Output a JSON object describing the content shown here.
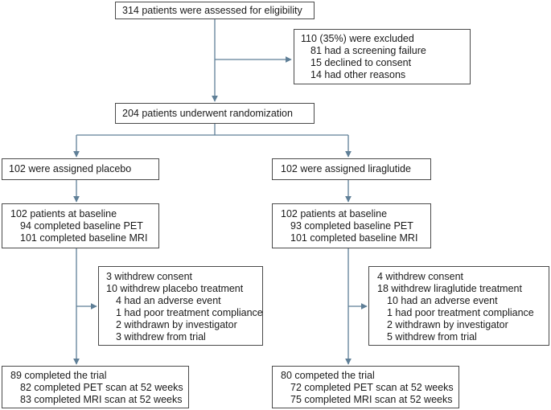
{
  "eligibility": {
    "title": "314 patients were assessed for eligibility"
  },
  "excluded": {
    "title": "110 (35%) were excluded",
    "items": [
      "81 had a screening failure",
      "15 declined to consent",
      "14 had other reasons"
    ]
  },
  "randomization": {
    "title": "204 patients underwent randomization"
  },
  "placebo": {
    "assigned": "102 were assigned placebo",
    "baseline_title": "102 patients at baseline",
    "baseline_items": [
      "94 completed baseline PET",
      "101 completed baseline MRI"
    ],
    "withdrawn_lines": [
      "3 withdrew consent",
      "10 withdrew placebo treatment"
    ],
    "withdrawn_sub": [
      "4 had an adverse event",
      "1 had poor treatment compliance",
      "2 withdrawn by investigator",
      "3 withdrew from trial"
    ],
    "completed_title": "89 completed the trial",
    "completed_items": [
      "82 completed PET scan at 52 weeks",
      "83 completed MRI scan at 52 weeks"
    ]
  },
  "liraglutide": {
    "assigned": "102 were assigned liraglutide",
    "baseline_title": "102 patients at baseline",
    "baseline_items": [
      "93 completed baseline PET",
      "101 completed baseline MRI"
    ],
    "withdrawn_lines": [
      "4 withdrew consent",
      "18 withdrew liraglutide treatment"
    ],
    "withdrawn_sub": [
      "10 had an adverse event",
      "1 had poor treatment compliance",
      "2 withdrawn by investigator",
      "5 withdrew from trial"
    ],
    "completed_title": "80 competed the trial",
    "completed_items": [
      "72 completed PET scan at 52 weeks",
      "75 completed MRI scan at 52 weeks"
    ]
  },
  "colors": {
    "border": "#4a4a4a",
    "line": "#5f7f97",
    "text": "#1a1a1a"
  }
}
